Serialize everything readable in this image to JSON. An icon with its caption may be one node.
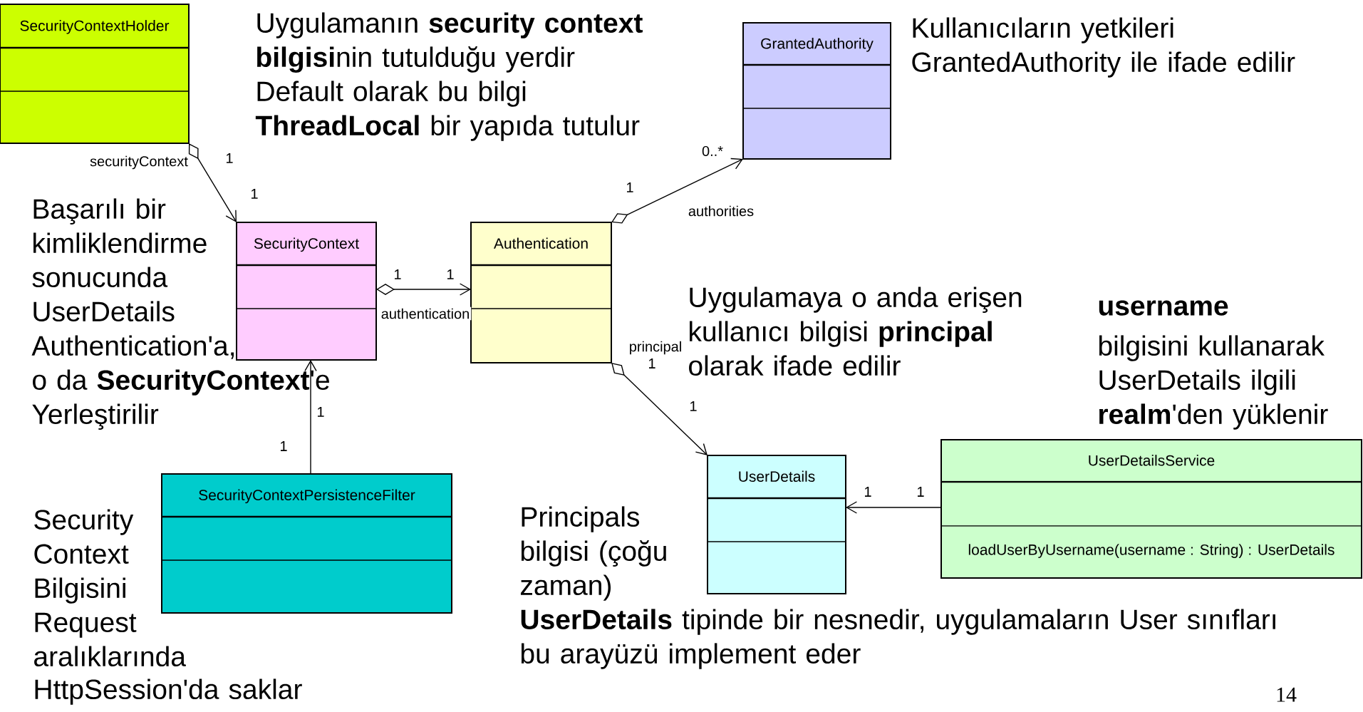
{
  "diagram": {
    "nodes": [
      {
        "text": [
          "SecurityContextHolder"
        ]
      },
      {
        "text": [
          "SecurityContext"
        ]
      },
      {
        "text": [
          "Authentication"
        ]
      },
      {
        "text": [
          "GrantedAuthority"
        ]
      },
      {
        "text": [
          "UserDetails"
        ]
      },
      {
        "text": [
          "UserDetailsService",
          "loadUserByUsername(username : String) : UserDetails"
        ]
      },
      {
        "text": [
          "SecurityContextPersistenceFilter"
        ]
      }
    ],
    "edges": [
      {
        "from": 0,
        "to": 1,
        "arrow": "to",
        "label": "securityContext"
      },
      {
        "from": 1,
        "to": 2,
        "arrow": "to",
        "label": "authentication"
      },
      {
        "from": 2,
        "to": 3,
        "arrow": "to",
        "label": "authorities"
      },
      {
        "from": 2,
        "to": 4,
        "arrow": "to",
        "label": "principal"
      },
      {
        "from": 5,
        "to": 4,
        "arrow": "to"
      },
      {
        "from": 6,
        "to": 1,
        "arrow": "to"
      }
    ],
    "labels": [
      "Uygulamanın **security context bilgisi**nin tutulduğu yerdir",
      "Default olarak bu bilgi **ThreadLocal** bir yapıda tutulur",
      "Kullanıcıların yetkileri GrantedAuthority ile ifade edilir",
      "1",
      "0..*",
      "1",
      "1",
      "Başarılı bir kimliklendirme sonucunda UserDetails Authentication'a,",
      "1",
      "1",
      "Uygulamaya o anda erişen kullanıcı bilgisi **principal** olarak ifade edilir",
      "**username**",
      "bilgisini kullanarak UserDetails ilgili **realm**'den yüklenir",
      "o da **SecurityContext**'e Yerleştirilir",
      "1",
      "1",
      "1",
      "1",
      "1",
      "1",
      "Security Context Bilgisini Request aralıklarında",
      "HttpSession'da saklar",
      "Principals bilgisi (çoğu zaman)",
      "**UserDetails** tipinde bir nesnedir, uygulamaların User sınıfları bu arayüzü implement eder",
      "14"
    ]
  }
}
